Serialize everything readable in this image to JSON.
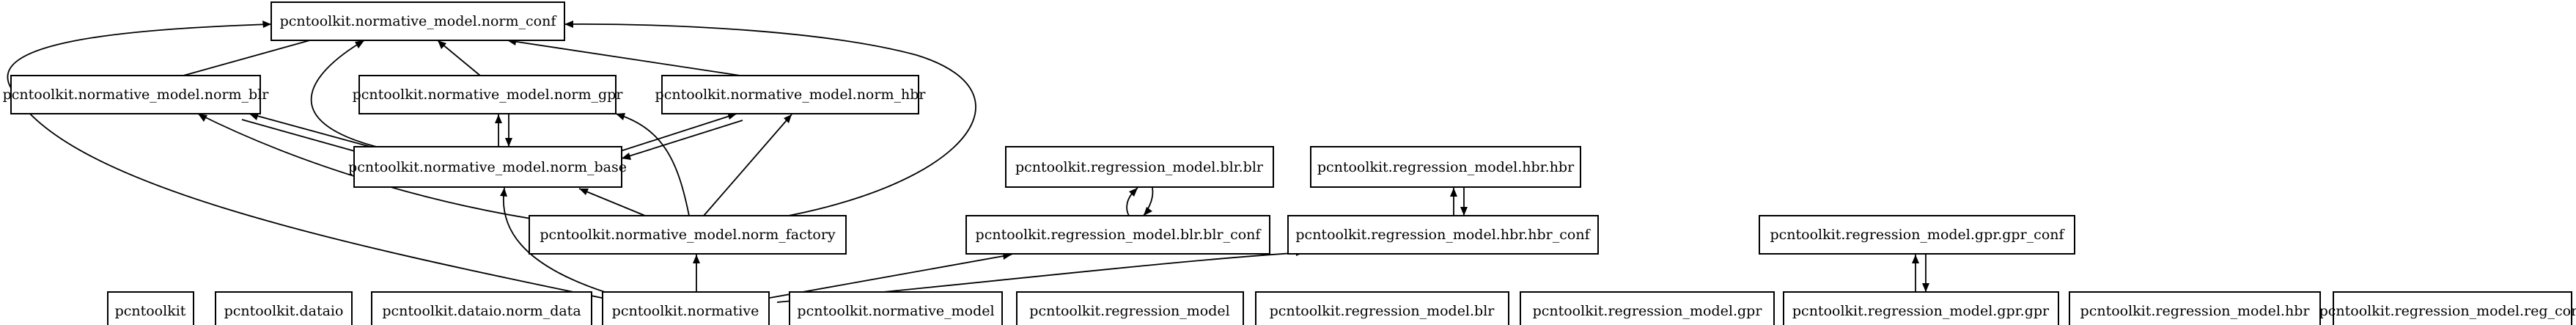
{
  "nodes": [
    {
      "id": "norm_conf",
      "label": "pcntoolkit.normative_model.norm_conf"
    },
    {
      "id": "norm_blr",
      "label": "pcntoolkit.normative_model.norm_blr"
    },
    {
      "id": "norm_gpr",
      "label": "pcntoolkit.normative_model.norm_gpr"
    },
    {
      "id": "norm_hbr",
      "label": "pcntoolkit.normative_model.norm_hbr"
    },
    {
      "id": "norm_base",
      "label": "pcntoolkit.normative_model.norm_base"
    },
    {
      "id": "blr_blr",
      "label": "pcntoolkit.regression_model.blr.blr"
    },
    {
      "id": "hbr_hbr",
      "label": "pcntoolkit.regression_model.hbr.hbr"
    },
    {
      "id": "norm_factory",
      "label": "pcntoolkit.normative_model.norm_factory"
    },
    {
      "id": "blr_conf",
      "label": "pcntoolkit.regression_model.blr.blr_conf"
    },
    {
      "id": "hbr_conf",
      "label": "pcntoolkit.regression_model.hbr.hbr_conf"
    },
    {
      "id": "gpr_conf",
      "label": "pcntoolkit.regression_model.gpr.gpr_conf"
    },
    {
      "id": "pcntoolkit",
      "label": "pcntoolkit"
    },
    {
      "id": "dataio",
      "label": "pcntoolkit.dataio"
    },
    {
      "id": "dataio_norm_data",
      "label": "pcntoolkit.dataio.norm_data"
    },
    {
      "id": "normative",
      "label": "pcntoolkit.normative"
    },
    {
      "id": "normative_model",
      "label": "pcntoolkit.normative_model"
    },
    {
      "id": "regression_model",
      "label": "pcntoolkit.regression_model"
    },
    {
      "id": "regression_model_blr",
      "label": "pcntoolkit.regression_model.blr"
    },
    {
      "id": "regression_model_gpr",
      "label": "pcntoolkit.regression_model.gpr"
    },
    {
      "id": "gpr_gpr",
      "label": "pcntoolkit.regression_model.gpr.gpr"
    },
    {
      "id": "regression_model_hbr",
      "label": "pcntoolkit.regression_model.hbr"
    },
    {
      "id": "reg_conf",
      "label": "pcntoolkit.regression_model.reg_conf"
    }
  ],
  "edges": [
    {
      "from": "norm_blr",
      "to": "norm_conf"
    },
    {
      "from": "norm_gpr",
      "to": "norm_conf"
    },
    {
      "from": "norm_hbr",
      "to": "norm_conf"
    },
    {
      "from": "norm_base",
      "to": "norm_conf"
    },
    {
      "from": "norm_factory",
      "to": "norm_conf"
    },
    {
      "from": "normative",
      "to": "norm_conf"
    },
    {
      "from": "norm_base",
      "to": "norm_blr"
    },
    {
      "from": "norm_blr",
      "to": "norm_base"
    },
    {
      "from": "norm_factory",
      "to": "norm_blr"
    },
    {
      "from": "norm_base",
      "to": "norm_gpr"
    },
    {
      "from": "norm_gpr",
      "to": "norm_base"
    },
    {
      "from": "norm_factory",
      "to": "norm_gpr"
    },
    {
      "from": "norm_base",
      "to": "norm_hbr"
    },
    {
      "from": "norm_hbr",
      "to": "norm_base"
    },
    {
      "from": "norm_factory",
      "to": "norm_hbr"
    },
    {
      "from": "norm_factory",
      "to": "norm_base"
    },
    {
      "from": "normative",
      "to": "norm_base"
    },
    {
      "from": "normative",
      "to": "norm_factory"
    },
    {
      "from": "normative",
      "to": "blr_conf"
    },
    {
      "from": "normative",
      "to": "hbr_conf"
    },
    {
      "from": "blr_conf",
      "to": "blr_blr"
    },
    {
      "from": "blr_blr",
      "to": "blr_conf"
    },
    {
      "from": "hbr_conf",
      "to": "hbr_hbr"
    },
    {
      "from": "hbr_hbr",
      "to": "hbr_conf"
    },
    {
      "from": "gpr_gpr",
      "to": "gpr_conf"
    },
    {
      "from": "gpr_conf",
      "to": "gpr_gpr"
    }
  ]
}
